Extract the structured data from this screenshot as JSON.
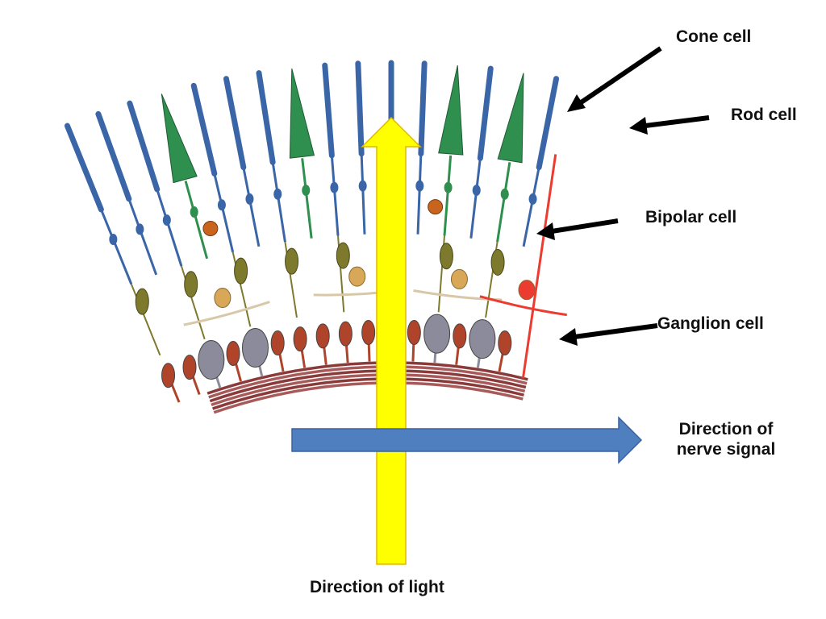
{
  "labels": {
    "cone_cell": "Cone cell",
    "rod_cell": "Rod cell",
    "bipolar_cell": "Bipolar cell",
    "ganglion_cell": "Ganglion cell",
    "nerve_signal_line1": "Direction of",
    "nerve_signal_line2": "nerve signal",
    "light": "Direction of light"
  },
  "colors": {
    "rod": "#3a66a8",
    "cone": "#2f8f4e",
    "highlight": "#ec3b30",
    "bipolar": "#7d7a2e",
    "horizontal": "#d8a858",
    "ganglion": "#8b8b9b",
    "amacrine": "#b0442a",
    "nerve_fiber": "#8b3a3a",
    "light_arrow": "#ffff00",
    "signal_arrow": "#4f7fbf",
    "pointer": "#000000"
  }
}
